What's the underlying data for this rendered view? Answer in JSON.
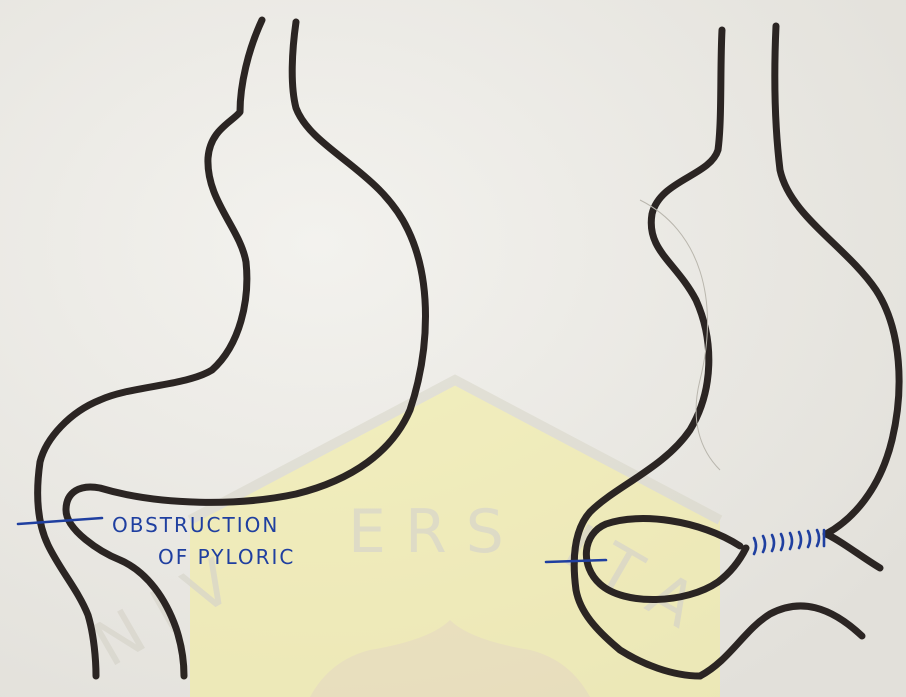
{
  "labels": {
    "line1": "OBSTRUCTION",
    "line2": "OF PYLORIC"
  },
  "watermark": {
    "text": "UNIVERSITAS",
    "color": "#f2ec8c"
  },
  "colors": {
    "ink": "#2b2523",
    "pen": "#1f3fa0",
    "paper": "#ecebe6"
  }
}
